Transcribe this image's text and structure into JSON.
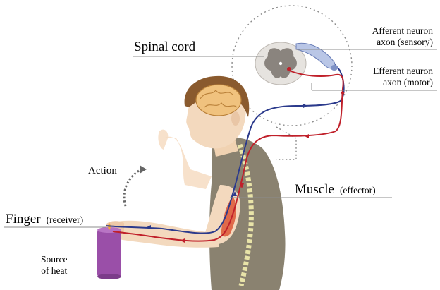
{
  "labels": {
    "spinal_cord": "Spinal cord",
    "afferent_line1": "Afferent neuron",
    "afferent_line2": "axon (sensory)",
    "efferent_line1": "Efferent neuron",
    "efferent_line2": "axon (motor)",
    "action": "Action",
    "muscle": "Muscle",
    "muscle_role": "(effector)",
    "finger": "Finger",
    "finger_role": "(receiver)",
    "source_line1": "Source",
    "source_line2": "of heat"
  },
  "colors": {
    "afferent": "#2b3a8c",
    "efferent": "#c0202a",
    "skin": "#f3d9be",
    "shirt": "#8a8270",
    "hair": "#8a5a2e",
    "candle": "#9a4fa8",
    "muscle": "#e06a4a",
    "leader_line": "#8c8c8c"
  }
}
